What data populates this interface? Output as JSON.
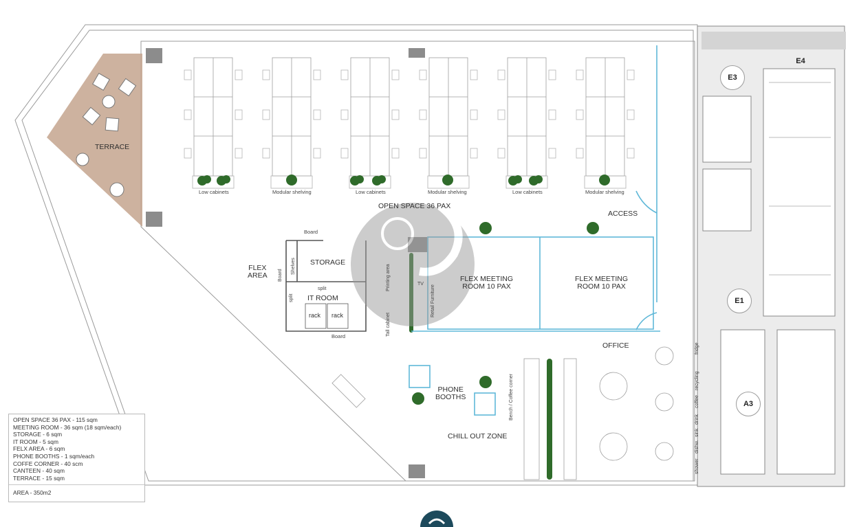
{
  "plan": {
    "terrace_label": "TERRACE",
    "open_space_label": "OPEN SPACE 36 PAX",
    "access_label": "ACCESS",
    "office_label": "OFFICE",
    "flex_area_label": "FLEX\nAREA",
    "storage_label": "STORAGE",
    "it_room_label": "IT ROOM",
    "flex_meeting_1_label": "FLEX MEETING\nROOM 10 PAX",
    "flex_meeting_2_label": "FLEX MEETING\nROOM 10 PAX",
    "phone_booths_label": "PHONE\nBOOTHS",
    "chill_out_label": "CHILL OUT ZONE",
    "furniture": {
      "low_cabinets": "Low cabinets",
      "modular_shelving": "Modular shelving",
      "board": "Board",
      "shelves": "Shelves",
      "split": "split",
      "rack": "rack",
      "printing_area": "Printing area",
      "tall_cabinet": "Tall cabinet",
      "tv": "TV",
      "retail_furniture": "Retail Furniture",
      "bench_coffee_corner": "Bench / Coffee corner",
      "fridge": "fridge",
      "recycling": "recycling",
      "coffee": "coffee",
      "drink": "drink",
      "sink": "sink",
      "dishw": "dishw.",
      "shower": "shower"
    },
    "cores": {
      "e3": "E3",
      "e4": "E4",
      "e1": "E1",
      "a3": "A3"
    }
  },
  "legend": {
    "items": [
      "OPEN SPACE 36 PAX - 115 sqm",
      "MEETING ROOM - 36 sqm (18 sqm/each)",
      "STORAGE - 6 sqm",
      "IT ROOM - 5 sqm",
      "FELX AREA - 6 sqm",
      "PHONE BOOTHS - 1 sqm/each",
      "COFFE CORNER - 40 scm",
      "CANTEEN - 40 sqm",
      "TERRACE - 15 sqm"
    ],
    "area": "AREA - 350m2"
  },
  "colors": {
    "terrace_fill": "#c4a48e",
    "wall": "#8a8a8a",
    "glass": "#5fb8d8",
    "plant": "#2f6b2a",
    "core_fill": "#ececec",
    "watermark": "#9a9a9a"
  }
}
